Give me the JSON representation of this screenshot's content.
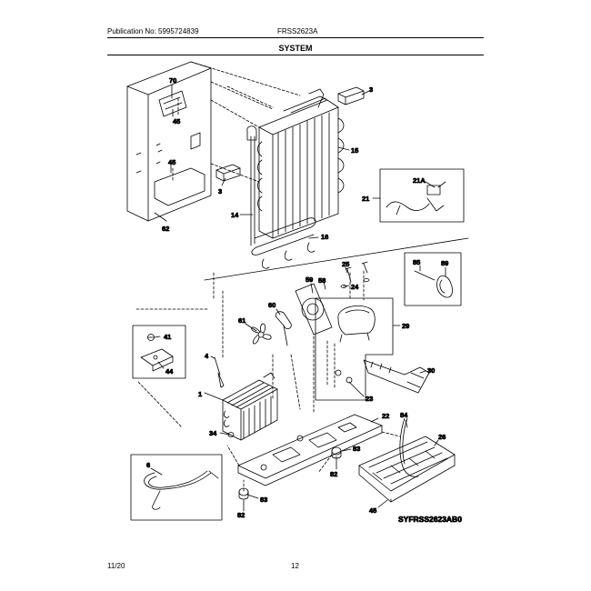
{
  "header": {
    "publication": "Publication No: 5995724839",
    "model": "FRSS2623A",
    "section": "SYSTEM"
  },
  "footer": {
    "date": "11/20",
    "page": "12"
  },
  "diagram": {
    "code": "SYFRSS2623AB0",
    "parts": {
      "p70": "70",
      "p45a": "45",
      "p45b": "45",
      "p62": "62",
      "p3a": "3",
      "p3b": "3",
      "p15": "15",
      "p14": "14",
      "p16": "16",
      "p21": "21",
      "p21a": "21A",
      "p25": "25",
      "p24": "24",
      "p59": "59",
      "p58": "58",
      "p60": "60",
      "p61": "61",
      "p29": "29",
      "p85": "85",
      "p89": "89",
      "p41": "41",
      "p44": "44",
      "p4": "4",
      "p1": "1",
      "p30": "30",
      "p23": "23",
      "p34": "34",
      "p22": "22",
      "p84": "84",
      "p26": "26",
      "p83a": "83",
      "p82a": "82",
      "p6": "6",
      "p83b": "83",
      "p82b": "82",
      "p45c": "45"
    }
  }
}
